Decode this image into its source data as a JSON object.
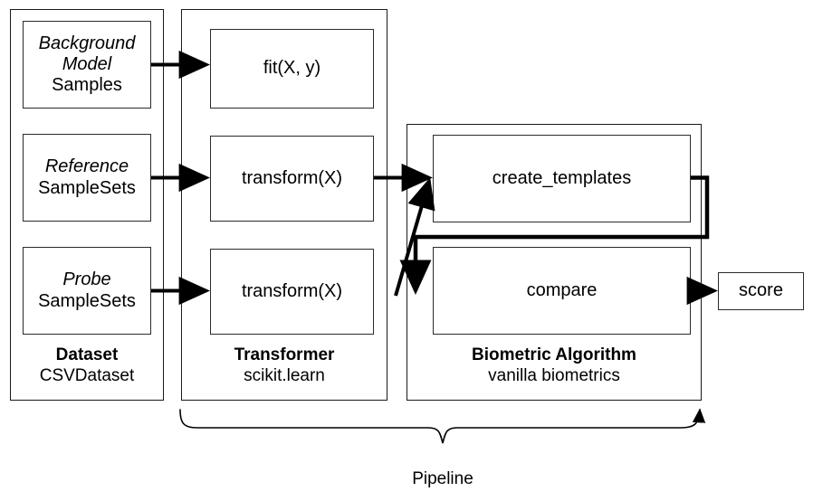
{
  "diagram": {
    "title": "Pipeline",
    "colors": {
      "stroke": "#1a1a1a",
      "node_stroke": "#2b2b2b",
      "background": "#ffffff",
      "arrow": "#000000"
    }
  },
  "groups": [
    {
      "id": "dataset",
      "caption_title": "Dataset",
      "caption_sub": "CSVDataset",
      "nodes": [
        {
          "id": "background-model-samples",
          "line1": "Background",
          "line2": "Model",
          "line3": "Samples"
        },
        {
          "id": "reference-samplesets",
          "line1": "Reference",
          "line2": "SampleSets"
        },
        {
          "id": "probe-samplesets",
          "line1": "Probe",
          "line2": "SampleSets"
        }
      ]
    },
    {
      "id": "transformer",
      "caption_title": "Transformer",
      "caption_sub": "scikit.learn",
      "nodes": [
        {
          "id": "fit",
          "label": "fit(X, y)"
        },
        {
          "id": "transform-reference",
          "label": "transform(X)"
        },
        {
          "id": "transform-probe",
          "label": "transform(X)"
        }
      ]
    },
    {
      "id": "biometric-algorithm",
      "caption_title": "Biometric Algorithm",
      "caption_sub": "vanilla biometrics",
      "nodes": [
        {
          "id": "create-templates",
          "label": "create_templates"
        },
        {
          "id": "compare",
          "label": "compare"
        }
      ]
    }
  ],
  "output": {
    "score_label": "score"
  },
  "brace": {
    "label": "Pipeline"
  }
}
